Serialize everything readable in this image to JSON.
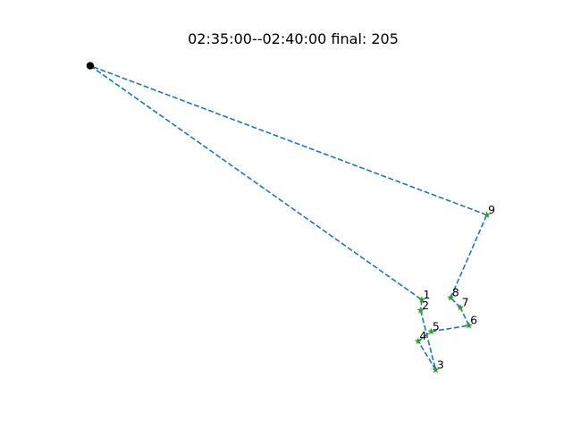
{
  "chart_data": {
    "type": "line",
    "title": "02:35:00--02:40:00 final: 205",
    "xlabel": "",
    "ylabel": "",
    "axes_visible": false,
    "grid": false,
    "xlim": [
      0,
      100
    ],
    "ylim": [
      0,
      100
    ],
    "route_color": "#1f77b4",
    "route_style": "dashed",
    "marker_color": "#2ca02c",
    "marker_shape": "star",
    "start_color": "#000000",
    "start": {
      "x": 0,
      "y": 100
    },
    "points": [
      {
        "label": "1",
        "x": 81.7,
        "y": 22.5
      },
      {
        "label": "2",
        "x": 81.4,
        "y": 19.0
      },
      {
        "label": "3",
        "x": 85.1,
        "y": -0.7
      },
      {
        "label": "4",
        "x": 80.8,
        "y": 8.8
      },
      {
        "label": "5",
        "x": 84.0,
        "y": 12.0
      },
      {
        "label": "6",
        "x": 93.3,
        "y": 14.0
      },
      {
        "label": "7",
        "x": 91.2,
        "y": 19.9
      },
      {
        "label": "8",
        "x": 88.8,
        "y": 23.2
      },
      {
        "label": "9",
        "x": 97.7,
        "y": 50.6
      }
    ]
  }
}
